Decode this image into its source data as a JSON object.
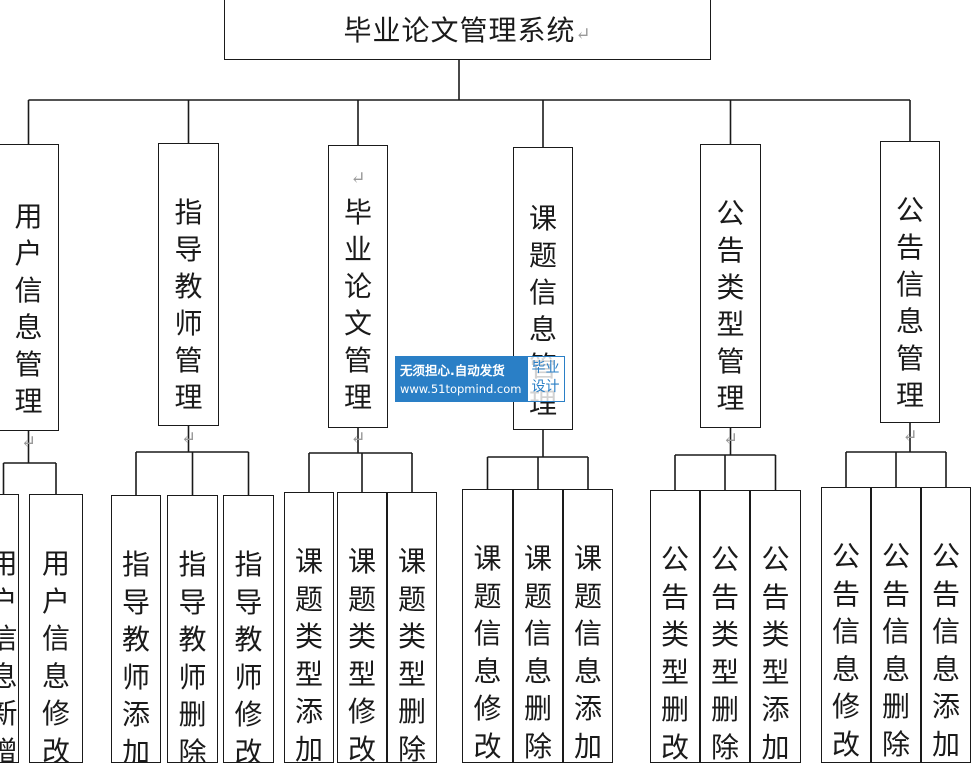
{
  "root": {
    "title": "毕业论文管理系统",
    "return_mark": "↵"
  },
  "modules": [
    {
      "label": "用户信息管理",
      "return_mark": "↵",
      "children": [
        "用户信息新增",
        "用户信息修改"
      ]
    },
    {
      "label": "指导教师管理",
      "return_mark": "↵",
      "children": [
        "指导教师添加",
        "指导教师删除",
        "指导教师修改"
      ]
    },
    {
      "label": "毕业论文管理",
      "leading_mark": "↵",
      "return_mark": "↵",
      "children": [
        "课题类型添加",
        "课题类型修改",
        "课题类型删除"
      ]
    },
    {
      "label": "课题信息管理",
      "children": [
        "课题信息修改",
        "课题信息删除",
        "课题信息添加"
      ]
    },
    {
      "label": "公告类型管理",
      "return_mark": "↵",
      "children": [
        "公告类型删改",
        "公告类型删除",
        "公告类型添加"
      ]
    },
    {
      "label": "公告信息管理",
      "return_mark": "↵",
      "children": [
        "公告信息修改",
        "公告信息删除",
        "公告信息添加"
      ]
    }
  ],
  "watermark": {
    "line1": "无须担心.自动发货",
    "line2": "www.51topmind.com",
    "badge_line1": "毕业",
    "badge_line2": "设计",
    "color": "#2a7fc6"
  }
}
